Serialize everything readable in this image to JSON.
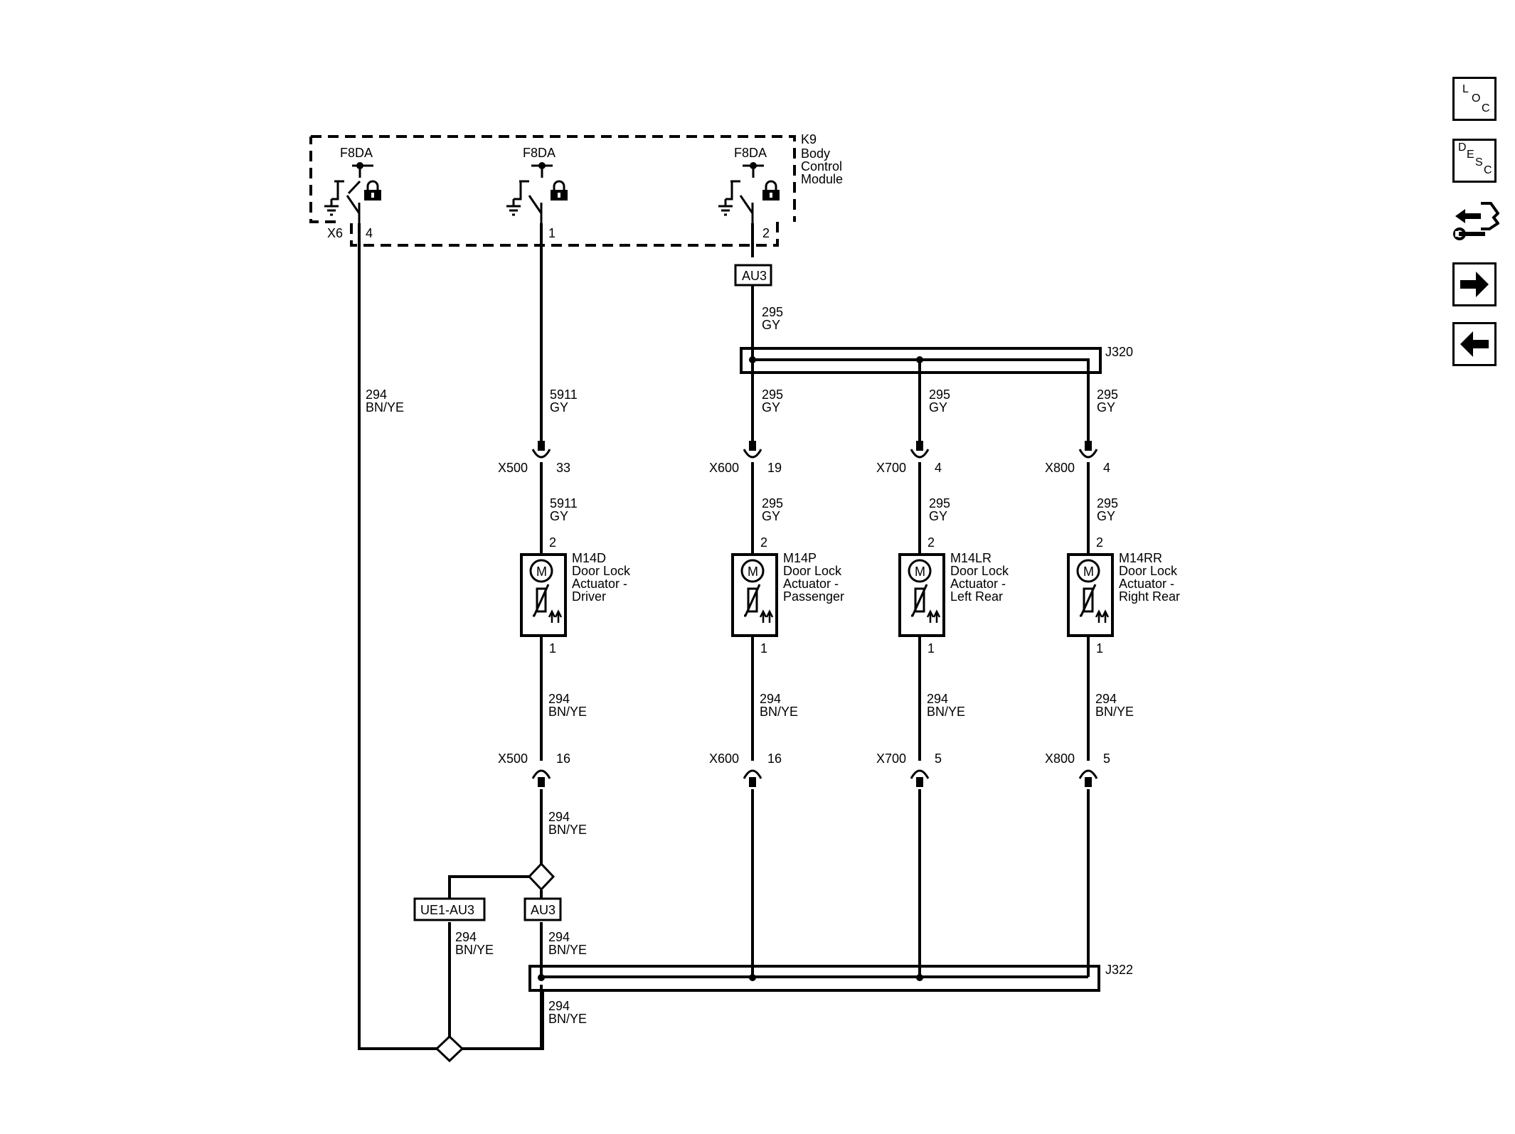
{
  "module": {
    "name": "K9",
    "desc": [
      "Body",
      "Control",
      "Module"
    ],
    "connector": "X6",
    "outputs": [
      {
        "label": "F8DA",
        "pin": "4"
      },
      {
        "label": "F8DA",
        "pin": "1"
      },
      {
        "label": "F8DA",
        "pin": "2"
      }
    ]
  },
  "splices": {
    "upper": "J320",
    "lower": "J322"
  },
  "labels": {
    "au3_top": "AU3",
    "au3_bottom": "AU3",
    "ue1": "UE1-AU3"
  },
  "motor_symbol": "M",
  "wires": {
    "w294": {
      "circuit": "294",
      "color": "BN/YE"
    },
    "w295": {
      "circuit": "295",
      "color": "GY"
    },
    "w5911": {
      "circuit": "5911",
      "color": "GY"
    }
  },
  "actuators": [
    {
      "id": "M14D",
      "lines": [
        "Door Lock",
        "Actuator -",
        "Driver"
      ],
      "pin_top": "2",
      "pin_bottom": "1",
      "conn": "X500",
      "conn_pin_top": "33",
      "conn_pin_bottom": "16"
    },
    {
      "id": "M14P",
      "lines": [
        "Door Lock",
        "Actuator -",
        "Passenger"
      ],
      "pin_top": "2",
      "pin_bottom": "1",
      "conn": "X600",
      "conn_pin_top": "19",
      "conn_pin_bottom": "16"
    },
    {
      "id": "M14LR",
      "lines": [
        "Door Lock",
        "Actuator -",
        "Left Rear"
      ],
      "pin_top": "2",
      "pin_bottom": "1",
      "conn": "X700",
      "conn_pin_top": "4",
      "conn_pin_bottom": "5"
    },
    {
      "id": "M14RR",
      "lines": [
        "Door Lock",
        "Actuator -",
        "Right Rear"
      ],
      "pin_top": "2",
      "pin_bottom": "1",
      "conn": "X800",
      "conn_pin_top": "4",
      "conn_pin_bottom": "5"
    }
  ],
  "nav": {
    "loc": [
      "L",
      "O",
      "C"
    ],
    "desc": [
      "D",
      "E",
      "S",
      "C"
    ],
    "icons": [
      "connector-wrench-icon",
      "arrow-right-icon",
      "arrow-left-icon"
    ]
  }
}
